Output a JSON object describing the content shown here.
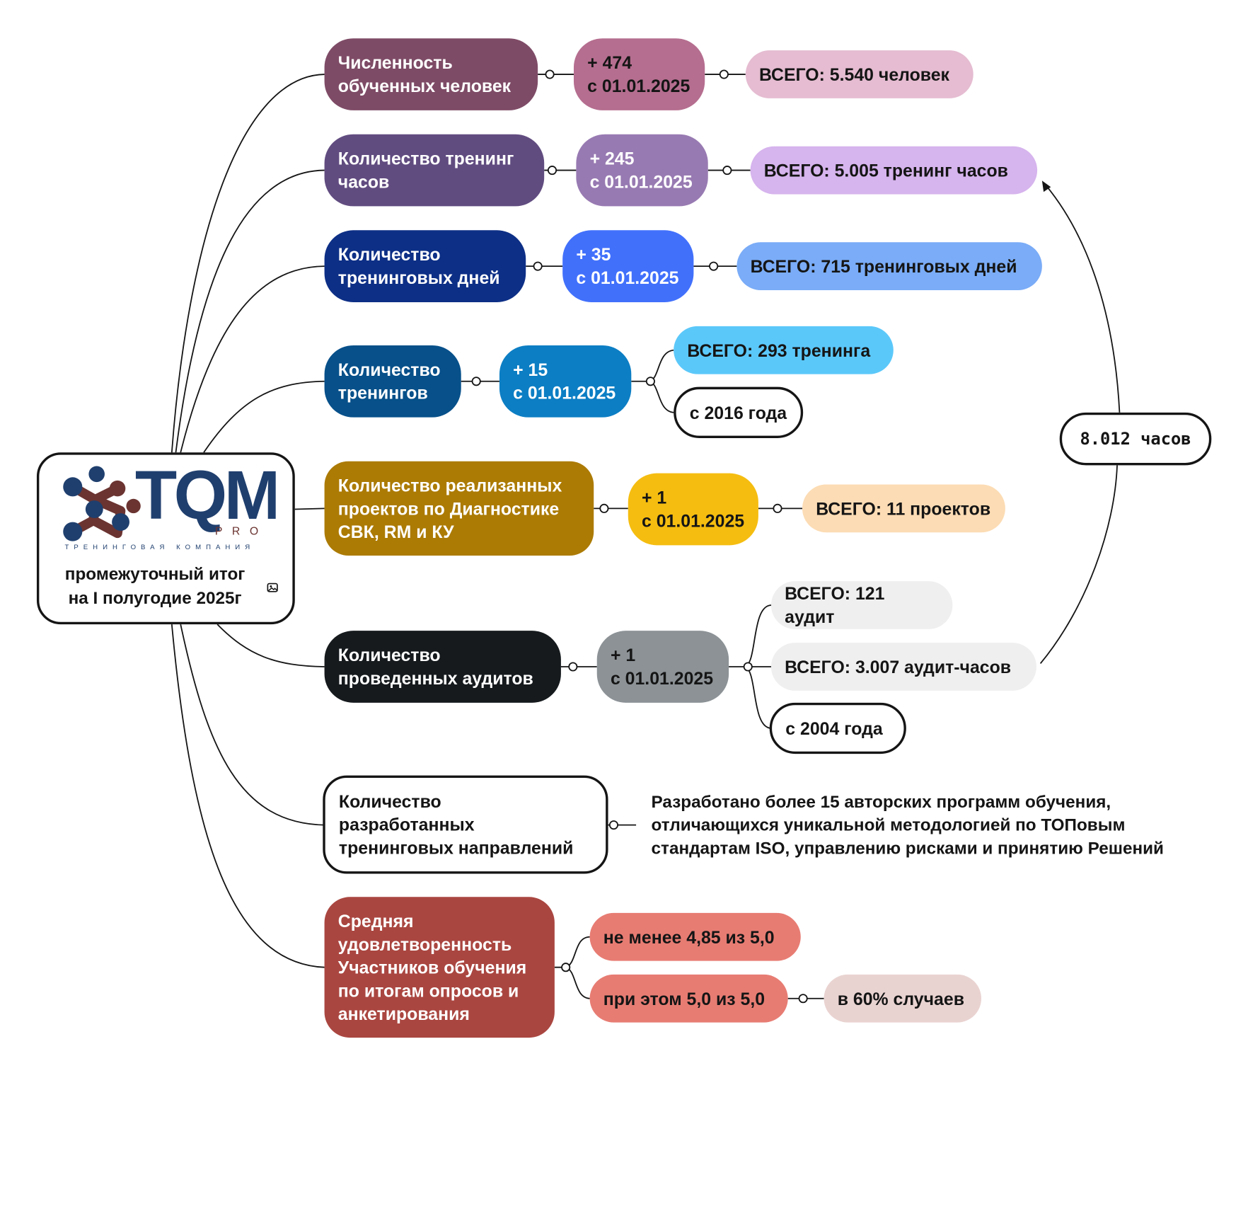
{
  "root": {
    "logo": {
      "brand": "TQM",
      "sub": "PRO",
      "tagline": "ТРЕНИНГОВАЯ КОМПАНИЯ"
    },
    "title": "промежуточный итог\nна I полугодие 2025г"
  },
  "colors": {
    "trained_people": [
      "#7e4b66",
      "#b56e8f",
      "#e5bcd1"
    ],
    "training_hours": [
      "#614c80",
      "#987ab2",
      "#d6b4ed"
    ],
    "training_days": [
      "#0d2f86",
      "#4170fb",
      "#7aacf7"
    ],
    "trainings": [
      "#07508a",
      "#0c7ec4",
      "#5bc8fa"
    ],
    "projects": [
      "#ac7b04",
      "#f5bd10",
      "#fcdcb4"
    ],
    "audits": [
      "#161a1d",
      "#8c9296",
      "#efefef"
    ],
    "satisfaction": [
      "#aa4640",
      "#e77c73",
      "#e9d3d1"
    ]
  },
  "branches": {
    "trained_people": {
      "label": "Численность\nобученных человек",
      "delta": "+ 474\nс 01.01.2025",
      "total": "ВСЕГО: 5.540 человек"
    },
    "training_hours": {
      "label": "Количество тренинг\nчасов",
      "delta": "+ 245\nс 01.01.2025",
      "total": "ВСЕГО: 5.005 тренинг часов"
    },
    "training_days": {
      "label": "Количество\nтренинговых дней",
      "delta": "+ 35\nс 01.01.2025",
      "total": "ВСЕГО: 715 тренинговых дней"
    },
    "trainings": {
      "label": "Количество\nтренингов",
      "delta": "+ 15\nс 01.01.2025",
      "total": "ВСЕГО: 293 тренинга",
      "since": "с 2016 года"
    },
    "projects": {
      "label": "Количество реализанных\nпроектов по Диагностике\nСВК, RM и КУ",
      "delta": "+ 1\nс 01.01.2025",
      "total": "ВСЕГО: 11 проектов"
    },
    "audits": {
      "label": "Количество\nпроведенных аудитов",
      "delta": "+ 1\nс 01.01.2025",
      "total": "ВСЕГО: 121 аудит",
      "hours": "ВСЕГО: 3.007 аудит-часов",
      "since": "с 2004 года"
    },
    "directions": {
      "label": "Количество\nразработанных\nтренинговых направлений",
      "note": "Разработано более 15 авторских программ обучения,\nотличающихся уникальной методологией по ТОПовым\nстандартам ISO, управлению рисками и принятию Решений"
    },
    "satisfaction": {
      "label": "Средняя\nудовлетворенность\nУчастников обучения\nпо итогам опросов и\nанкетирования",
      "min": "не менее 4,85 из 5,0",
      "max": "при этом 5,0 из 5,0",
      "share": "в 60% случаев"
    }
  },
  "summary": {
    "label": "8.012 часов"
  }
}
